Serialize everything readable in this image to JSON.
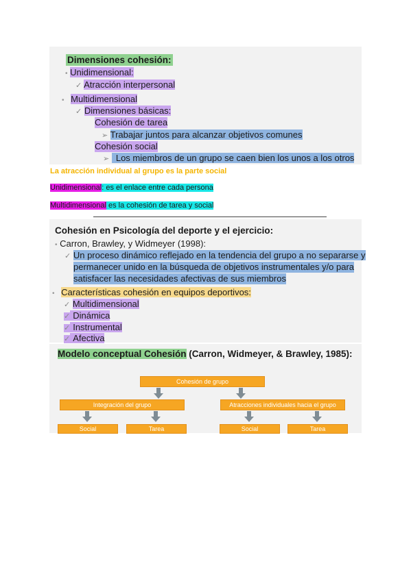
{
  "slide1": {
    "title": "Dimensiones cohesión:",
    "items": {
      "uni": "Unidimensional:",
      "uni_sub": "Atracción interpersonal",
      "multi": "Multidimensional",
      "multi_sub": "Dimensiones básicas:",
      "tarea": "Cohesión de tarea",
      "tarea_desc": "Trabajar juntos para alcanzar objetivos comunes",
      "social": "Cohesión social",
      "social_desc": "Los miembros de un grupo se caen bien los unos a los otros"
    }
  },
  "notes": {
    "line1": "La atracción individual al grupo es la parte social",
    "line2_term": "Unidimensional",
    "line2_rest": ": es el enlace entre cada persona",
    "line3_term": "Multidimensional",
    "line3_rest": " es la cohesión de tarea y social"
  },
  "slide2": {
    "title": "Cohesión en Psicología del deporte y el ejercicio:",
    "author": "Carron, Brawley, y Widmeyer (1998):",
    "definition": [
      "Un proceso dinámico reflejado en la tendencia del grupo a no separarse y",
      "permanecer unido en la búsqueda de objetivos instrumentales y/o para",
      "satisfacer las necesidades afectivas de sus miembros"
    ],
    "char_title": "Características cohesión en equipos deportivos:",
    "chars": [
      "Multidimensional",
      "Dinámica",
      "Instrumental",
      "Afectiva"
    ]
  },
  "slide3": {
    "title_bold": "Modelo conceptual Cohesión",
    "title_rest": " (Carron, Widmeyer, & Brawley, 1985):",
    "diagram": {
      "root": "Cohesión de grupo",
      "left": "Integración del grupo",
      "right": "Atracciones individuales hacia el grupo",
      "left_children": [
        "Social",
        "Tarea"
      ],
      "right_children": [
        "Social",
        "Tarea"
      ]
    }
  }
}
